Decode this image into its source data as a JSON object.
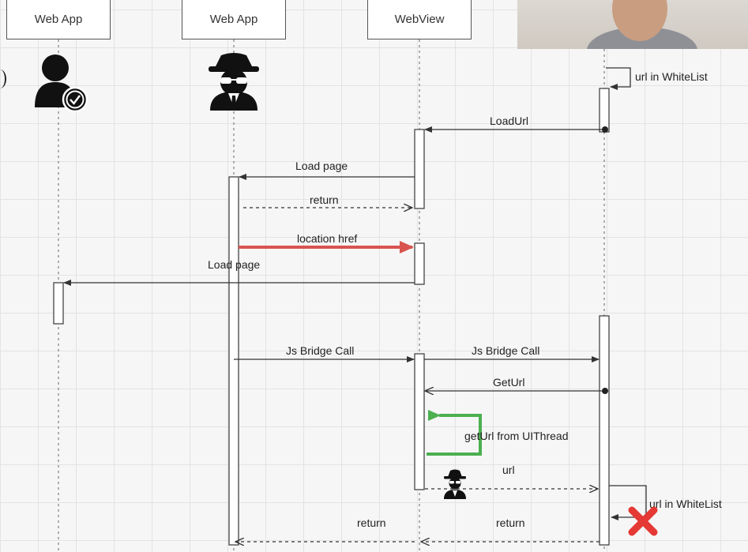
{
  "participants": [
    {
      "id": "p1",
      "label": "Web App"
    },
    {
      "id": "p2",
      "label": "Web App"
    },
    {
      "id": "p3",
      "label": "WebView"
    }
  ],
  "messages": {
    "whitelist_check_1": "url in WhiteList",
    "load_url": "LoadUrl",
    "load_page_1": "Load page",
    "return_1": "return",
    "location_href": "location href",
    "load_page_2": "Load page",
    "js_bridge_call_1": "Js Bridge Call",
    "js_bridge_call_2": "Js Bridge Call",
    "get_url": "GetUrl",
    "get_url_ui_thread": "getUrl from UIThread",
    "url": "url",
    "whitelist_check_2": "url in WhiteList",
    "return_2": "return",
    "return_3": "return"
  },
  "colors": {
    "highlight_red": "#d9534f",
    "highlight_green": "#4caf50",
    "fail_red": "#e53935",
    "line": "#333333"
  },
  "icons": {
    "trusted_user": "user-check-icon",
    "attacker": "spy-icon",
    "fail": "x-mark-icon",
    "webcam": "webcam-overlay"
  }
}
